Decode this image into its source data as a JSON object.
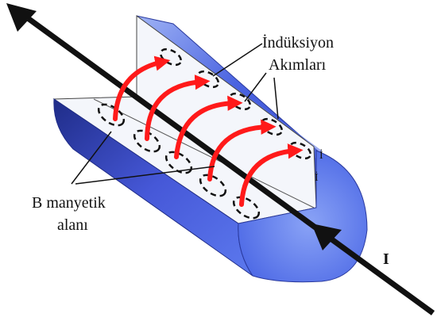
{
  "labels": {
    "induction_line1": "İndüksiyon",
    "induction_line2": "Akımları",
    "field_line1": "B manyetik",
    "field_line2": "alanı",
    "current": "I",
    "small_mark_1": "İ",
    "small_mark_2": "İ"
  },
  "colors": {
    "conductor_blue": "#4a63e0",
    "conductor_dark": "#2a3a9e",
    "end_cap": "#6f8ff2",
    "induction_arrow": "#ff1a1a",
    "wire": "#111111"
  },
  "induction_arrow_count": 5,
  "field_loop_count": 5
}
